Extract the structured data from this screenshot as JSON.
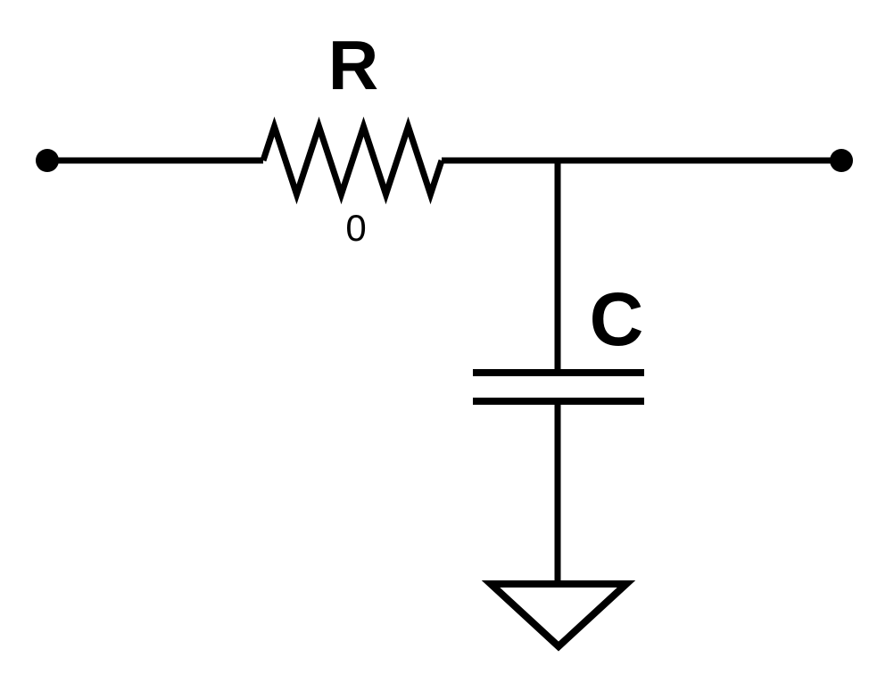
{
  "diagram": {
    "type": "circuit-schematic",
    "colors": {
      "line": "#000000",
      "background": "#ffffff"
    },
    "components": {
      "resistor": {
        "label": "R",
        "value": "0",
        "icon": "resistor-zigzag-icon"
      },
      "capacitor": {
        "label": "C",
        "icon": "capacitor-parallel-plates-icon"
      },
      "ground": {
        "icon": "ground-triangle-icon"
      },
      "terminals": {
        "left": "terminal-dot",
        "right": "terminal-dot"
      }
    }
  }
}
